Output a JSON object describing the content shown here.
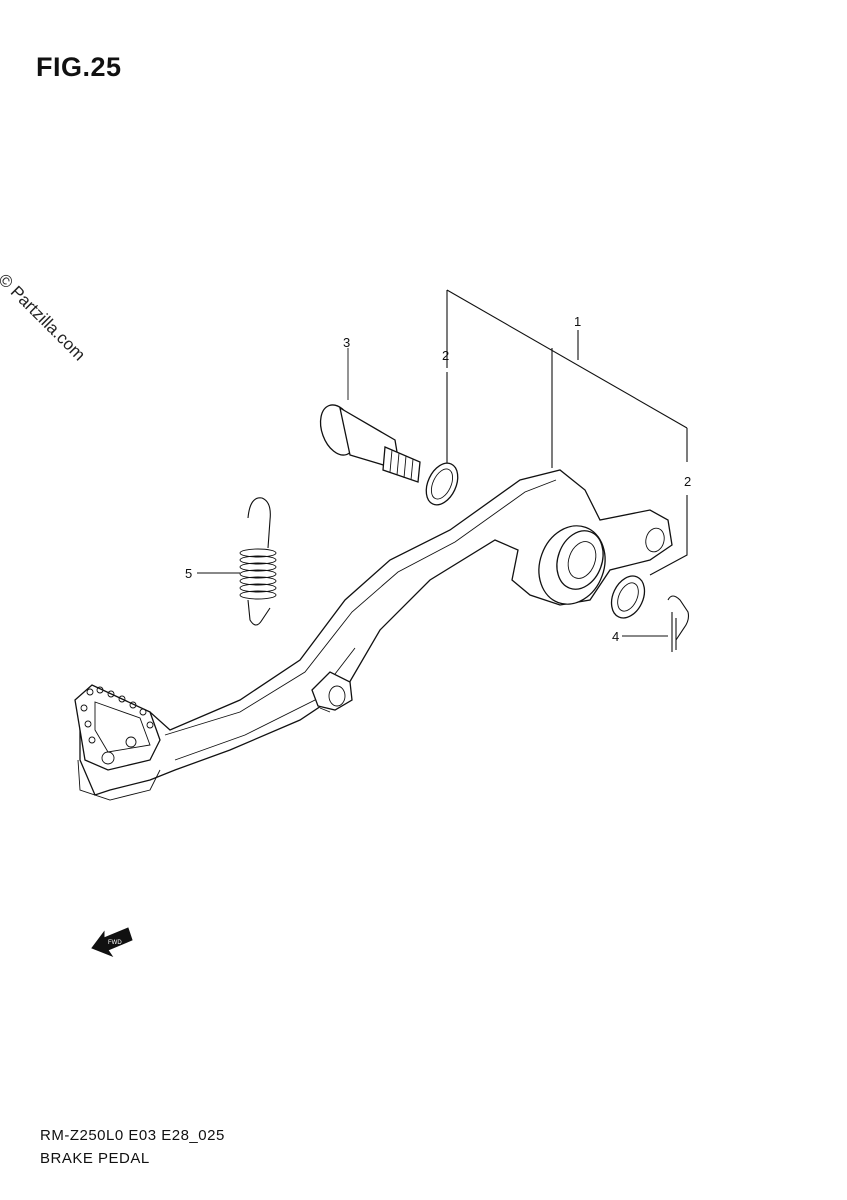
{
  "figure": {
    "title": "FIG.25"
  },
  "watermark": "© Partzilla.com",
  "callouts": {
    "c1": "1",
    "c2a": "2",
    "c2b": "2",
    "c3": "3",
    "c4": "4",
    "c5": "5"
  },
  "fwd_label": "FWD",
  "footer": {
    "model_code": "RM-Z250L0 E03 E28_025",
    "assembly_name": "BRAKE PEDAL"
  }
}
